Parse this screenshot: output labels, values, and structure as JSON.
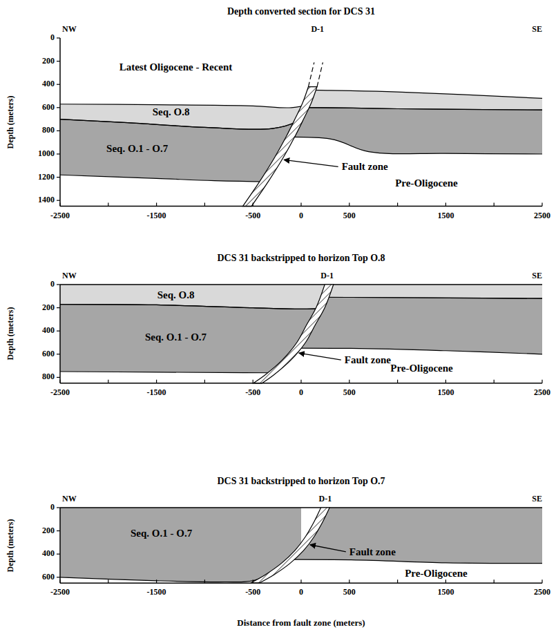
{
  "diagram": {
    "labels": [
      "Depth converted section for DCS 31",
      "NW",
      "D-1",
      "SE",
      "0",
      "200",
      "400",
      "600",
      "800",
      "1000",
      "1200",
      "1400",
      "Depth (meters)",
      "Latest Oligocene - Recent",
      "Seq. O.8",
      "Seq. O.1 - O.7",
      "Fault zone",
      "Pre-Oligocene",
      "-2500",
      "-1500",
      "-500",
      "0",
      "500",
      "1500",
      "2500",
      "DCS 31 backstripped to horizon Top O.8",
      "NW",
      "D-1",
      "SE",
      "0",
      "200",
      "400",
      "600",
      "800",
      "Depth (meters)",
      "Seq. O.8",
      "Seq. O.1 - O.7",
      "Fault zone",
      "Pre-Oligocene",
      "-2500",
      "-1500",
      "-500",
      "0",
      "500",
      "1500",
      "2500",
      "DCS 31 backstripped to horizon Top O.7",
      "NW",
      "D-1",
      "SE",
      "0",
      "200",
      "400",
      "600",
      "Depth (meters)",
      "Seq. O.1 - O.7",
      "Fault zone",
      "Pre-Oligocene",
      "-2500",
      "-1500",
      "-500",
      "0",
      "500",
      "1500",
      "2500",
      "Distance from fault zone (meters)"
    ]
  }
}
